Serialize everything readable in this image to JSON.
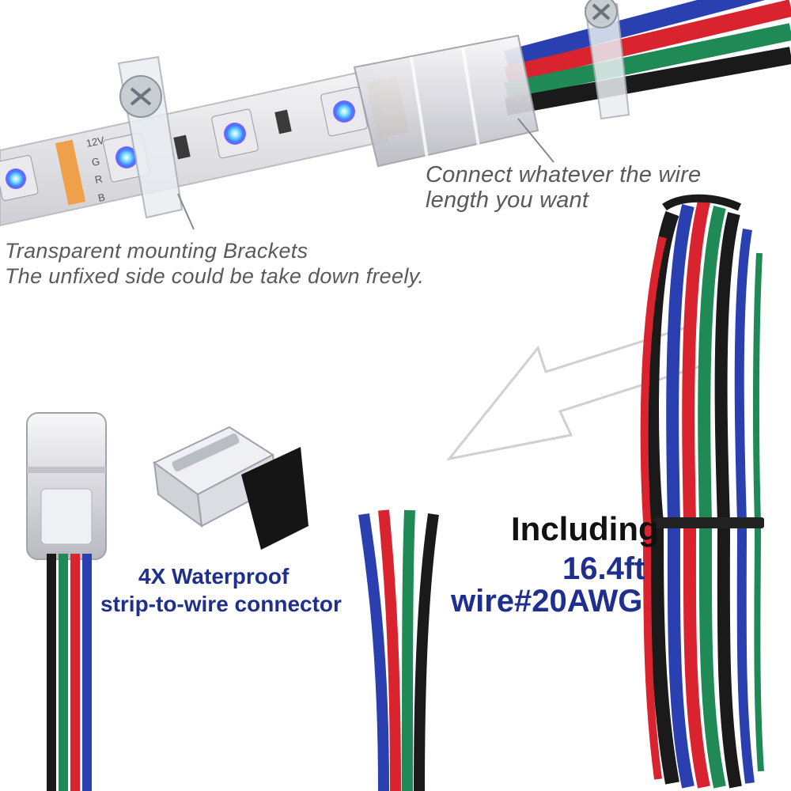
{
  "callouts": {
    "brackets_line1": "Transparent mounting Brackets",
    "brackets_line2": "The unfixed side could be take down freely.",
    "wire_length_line1": "Connect whatever the wire",
    "wire_length_line2": "length you want"
  },
  "connector": {
    "line1": "4X Waterproof",
    "line2": "strip-to-wire connector"
  },
  "wire": {
    "including": "Including",
    "length": "16.4ft",
    "gauge": "wire#20AWG"
  },
  "strip": {
    "pin_labels": [
      "12V",
      "G",
      "R",
      "B"
    ]
  },
  "colors": {
    "navy_text": "#1e2f8e",
    "wire_blue": "#2a3fb0",
    "wire_red": "#d9232e",
    "wire_green": "#1f8a55",
    "wire_black": "#1a1a1a"
  }
}
